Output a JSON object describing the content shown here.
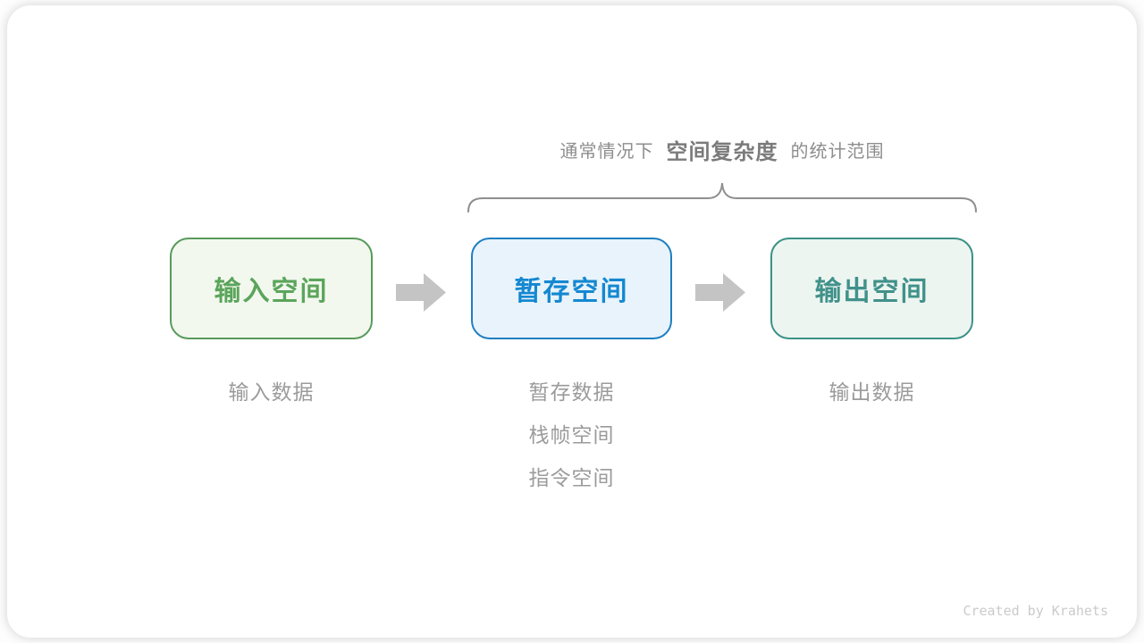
{
  "heading": {
    "prefix": "通常情况下",
    "highlight": "空间复杂度",
    "suffix": "的统计范围"
  },
  "boxes": [
    {
      "id": "input-space",
      "label": "输入空间"
    },
    {
      "id": "temp-space",
      "label": "暂存空间"
    },
    {
      "id": "output-space",
      "label": "输出空间"
    }
  ],
  "notes": {
    "input": [
      "输入数据"
    ],
    "temp": [
      "暂存数据",
      "栈帧空间",
      "指令空间"
    ],
    "output": [
      "输出数据"
    ]
  },
  "credit": "Created by Krahets",
  "palette": {
    "input_border": "#589a5b",
    "input_bg": "#f3f8ef",
    "input_text": "#5ba55b",
    "temp_border": "#1f7fc1",
    "temp_bg": "#e9f3fb",
    "temp_text": "#1488d1",
    "output_border": "#3b9187",
    "output_bg": "#edf5f1",
    "output_text": "#41918a",
    "arrow": "#c4c4c4",
    "brace": "#8f8f8f",
    "heading_text": "#8d8d8d",
    "note_text": "#9b9b9b",
    "credit_text": "#cbcbcb"
  }
}
